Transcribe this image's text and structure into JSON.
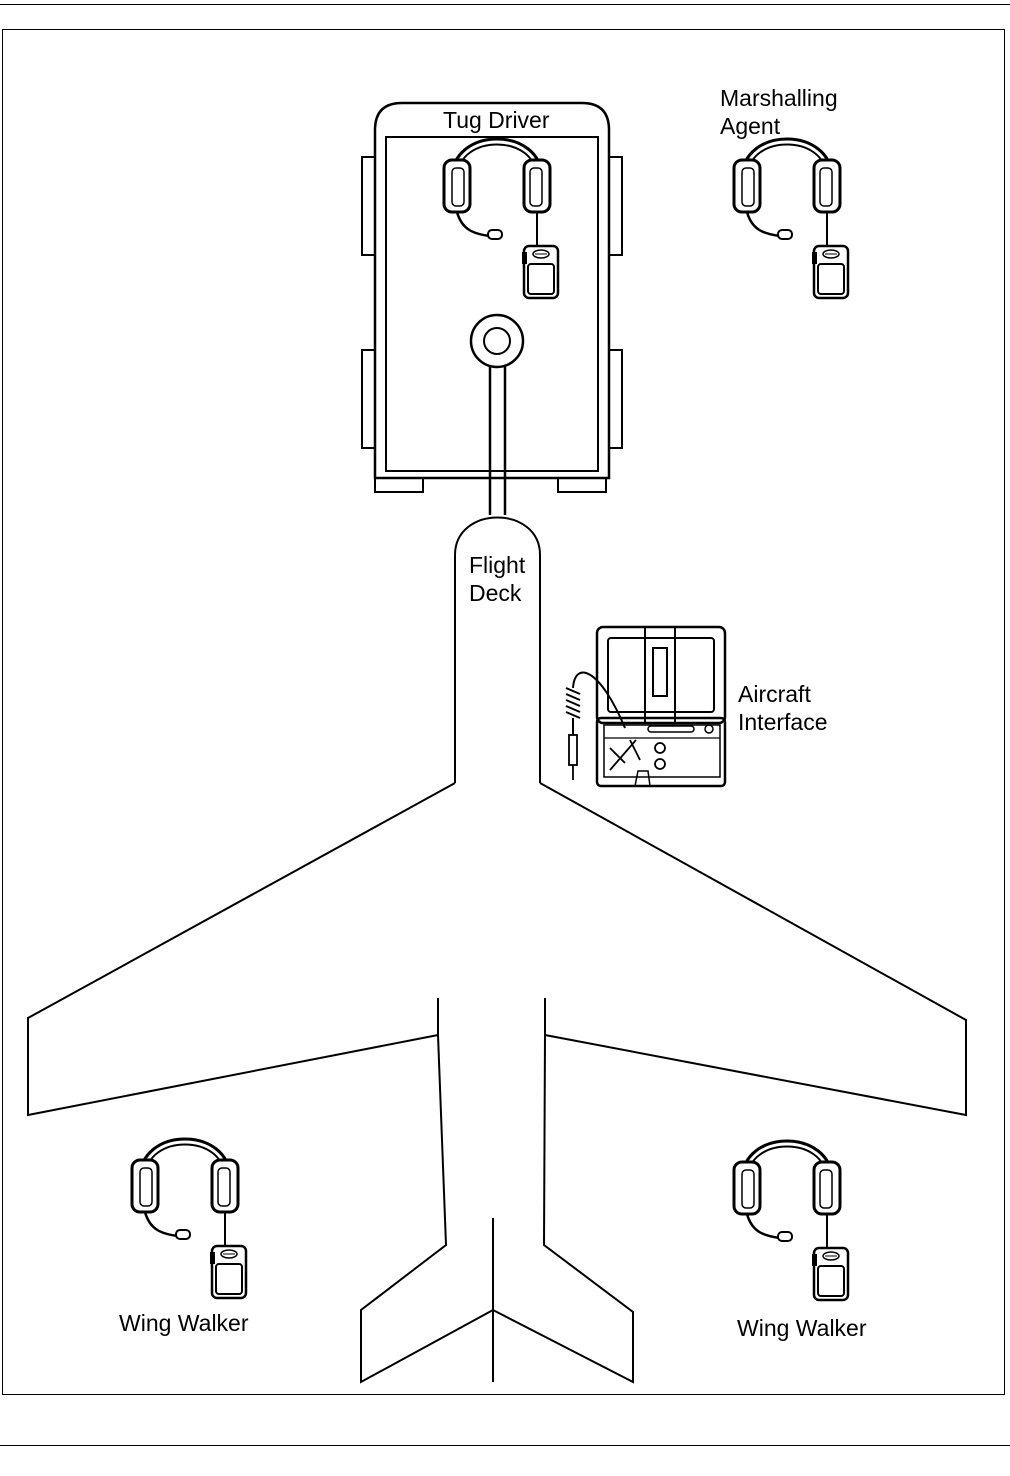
{
  "diagram": {
    "labels": {
      "tug_driver": "Tug Driver",
      "marshalling_agent": [
        "Marshalling",
        "Agent"
      ],
      "flight_deck": [
        "Flight",
        "Deck"
      ],
      "aircraft_interface": [
        "Aircraft",
        "Interface"
      ],
      "wing_walker_left": "Wing Walker",
      "wing_walker_right": "Wing Walker"
    },
    "icons": {
      "headset_with_radio": "headset-radio-icon",
      "aircraft_interface_box": "interface-box-icon"
    },
    "colors": {
      "line": "#000000",
      "background": "#ffffff"
    }
  }
}
